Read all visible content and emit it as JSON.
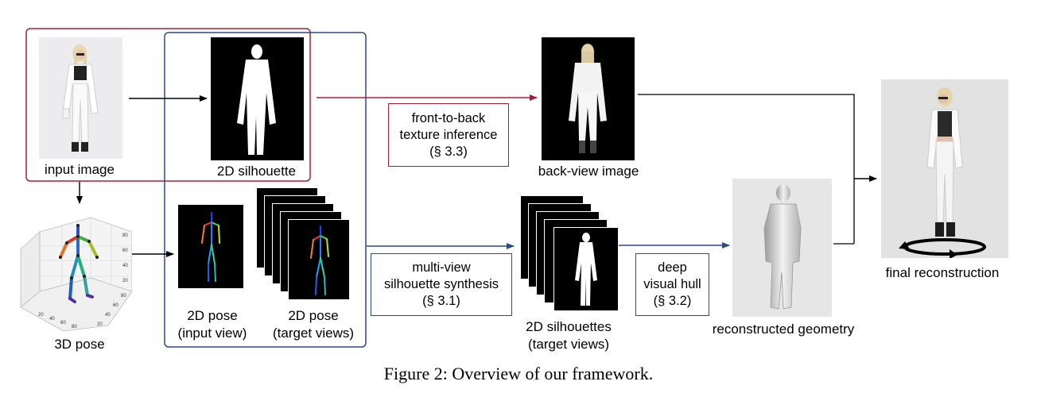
{
  "labels": {
    "input_image": "input image",
    "silhouette_2d": "2D silhouette",
    "back_view": "back-view image",
    "final": "final reconstruction",
    "pose_3d": "3D pose",
    "pose_input_l1": "2D pose",
    "pose_input_l2": "(input view)",
    "pose_target_l1": "2D pose",
    "pose_target_l2": "(target views)",
    "silhouettes_l1": "2D silhouettes",
    "silhouettes_l2": "(target views)",
    "geometry": "reconstructed geometry"
  },
  "boxes": {
    "texture": [
      "front-to-back",
      "texture inference",
      "(§ 3.3)"
    ],
    "synthesis": [
      "multi-view",
      "silhouette synthesis",
      "(§ 3.1)"
    ],
    "hull": [
      "deep",
      "visual hull",
      "(§ 3.2)"
    ]
  },
  "axis_ticks": {
    "z": [
      "80",
      "60",
      "40",
      "20"
    ],
    "x": [
      "20",
      "40",
      "60",
      "80"
    ],
    "y": [
      "20",
      "40",
      "60",
      "80"
    ]
  },
  "caption": "Figure 2: Overview of our framework.",
  "colors": {
    "red_frame": "#a0203a",
    "blue_frame": "#2b4a86",
    "red_arrow": "#a0203a",
    "blue_arrow": "#2b4a86"
  }
}
